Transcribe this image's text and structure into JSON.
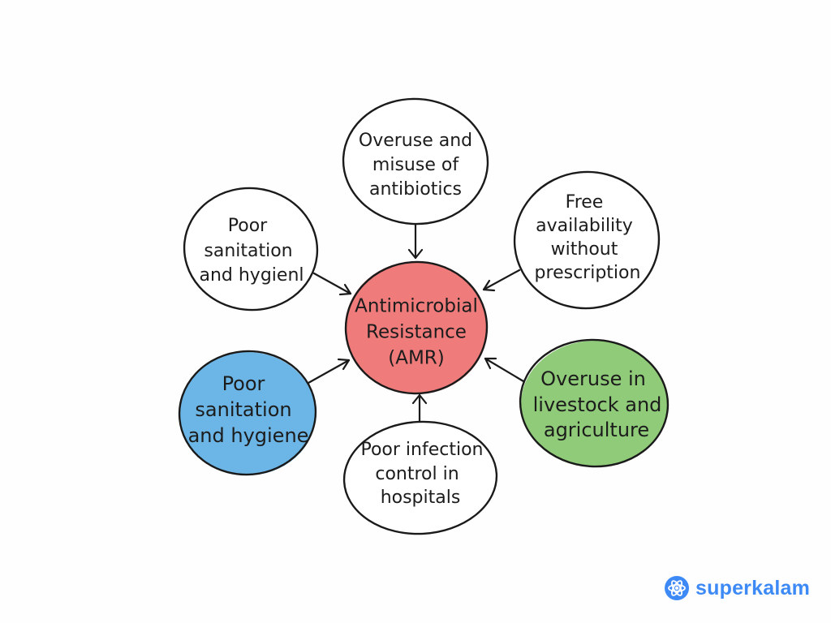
{
  "diagram": {
    "center": {
      "lines": [
        "Antimicrobial",
        "Resistance",
        "(AMR)"
      ],
      "fill": "#ef7b7b"
    },
    "nodes": [
      {
        "id": "top",
        "lines": [
          "Overuse and",
          "misuse of",
          "antibiotics"
        ],
        "fill": "#ffffff"
      },
      {
        "id": "upper-right",
        "lines": [
          "Free",
          "availability",
          "without",
          "prescription"
        ],
        "fill": "#ffffff"
      },
      {
        "id": "lower-right",
        "lines": [
          "Overuse in",
          "livestock and",
          "agriculture"
        ],
        "fill": "#8fcb78"
      },
      {
        "id": "bottom",
        "lines": [
          "Poor infection",
          "control in",
          "hospitals"
        ],
        "fill": "#ffffff"
      },
      {
        "id": "lower-left",
        "lines": [
          "Poor",
          "sanitation",
          "and hygiene"
        ],
        "fill": "#6bb6e6"
      },
      {
        "id": "upper-left",
        "lines": [
          "Poor",
          "sanitation",
          "and hygienl"
        ],
        "fill": "#ffffff"
      }
    ]
  },
  "brand": {
    "name": "superkalam",
    "icon": "atom-logo-icon",
    "color": "#3d8af7"
  }
}
